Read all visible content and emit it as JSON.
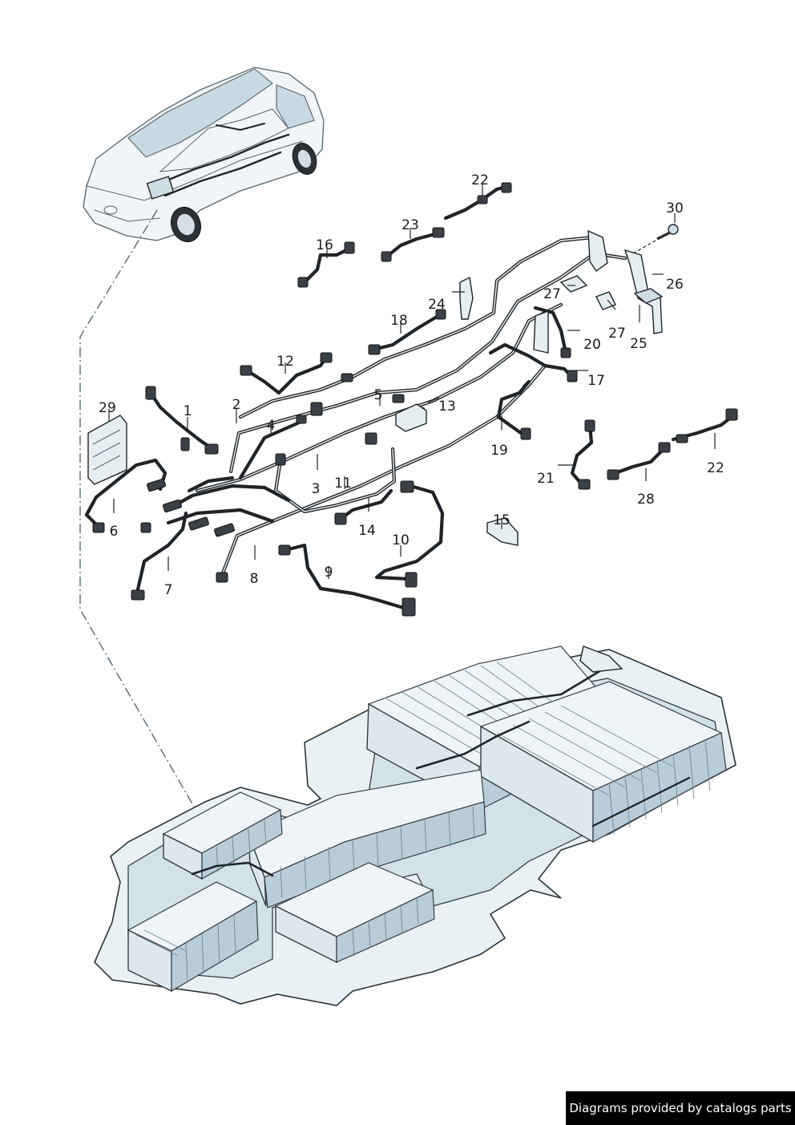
{
  "callouts": [
    "1",
    "2",
    "3",
    "4",
    "5",
    "6",
    "7",
    "8",
    "9",
    "10",
    "11",
    "12",
    "13",
    "14",
    "15",
    "16",
    "17",
    "18",
    "19",
    "20",
    "21",
    "22",
    "22",
    "23",
    "24",
    "25",
    "26",
    "27",
    "27",
    "28",
    "29",
    "30"
  ],
  "footer": {
    "text": "Diagrams provided by catalogs parts"
  },
  "colors": {
    "line": "#1f2428",
    "fill": "#dde8ee",
    "footer_bg": "#000000"
  }
}
